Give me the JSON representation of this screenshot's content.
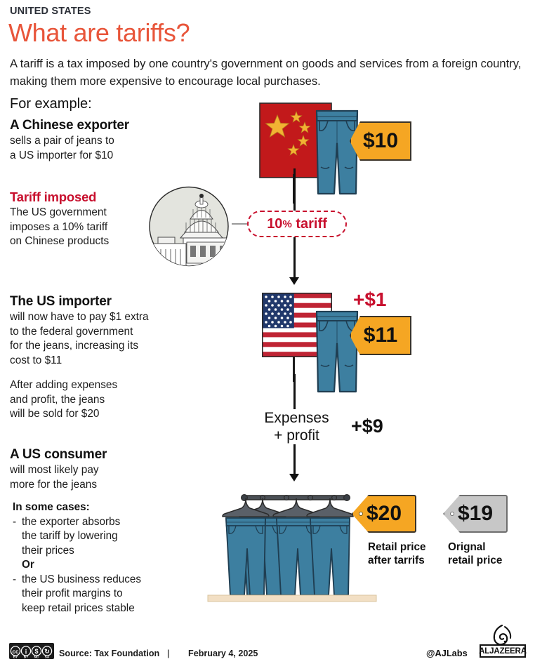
{
  "header": {
    "kicker": "UNITED STATES",
    "headline": "What are tariffs?",
    "standfirst": "A tariff is a tax imposed by one country's government on goods and services from a foreign country, making them more expensive to encourage local purchases."
  },
  "steps": {
    "example": {
      "lead": "For example:",
      "heading": "A Chinese exporter",
      "body": "sells a pair of jeans to\na US importer for $10"
    },
    "tariff": {
      "heading": "Tariff imposed",
      "body": "The US government\nimposes a 10% tariff\non Chinese products"
    },
    "importer": {
      "heading": "The US importer",
      "body": "will now have to pay $1 extra\nto the federal government\nfor the jeans, increasing its\ncost to $11"
    },
    "after_expenses": {
      "body": "After adding expenses\nand profit, the jeans\nwill be sold for $20"
    },
    "consumer": {
      "heading": "A US consumer",
      "body": "will most likely pay\nmore for the jeans"
    }
  },
  "cases": {
    "heading": "In some cases:",
    "items": [
      "the exporter absorbs\nthe tariff  by lowering\ntheir prices",
      "the US business reduces\ntheir profit margins to\nkeep retail prices stable"
    ],
    "or_label": "Or",
    "dash": "-"
  },
  "diagram": {
    "tariff_badge": {
      "rate": "10",
      "percent": "%",
      "label": "tariff"
    },
    "price_tag_export": "$10",
    "price_tag_import": "$11",
    "tariff_extra": "+$1",
    "expenses_label": "Expenses\n+ profit",
    "expenses_amount": "+$9",
    "retail_tag": {
      "value": "$20",
      "caption": "Retail price\nafter tarrifs"
    },
    "original_tag": {
      "value": "$19",
      "caption": "Orignal\nretail price"
    },
    "icons": {
      "china_flag": "china-flag-icon",
      "us_flag": "us-flag-icon",
      "jeans": "jeans-icon",
      "capitol": "us-capitol-icon",
      "clothing_rack": "clothing-rack-icon"
    }
  },
  "footer": {
    "license": {
      "cc": "CC",
      "by": "BY",
      "nc": "NC",
      "sa": "SA"
    },
    "source": "Source:  Tax Foundation",
    "separator": "|",
    "date": "February 4, 2025",
    "handle": "@AJLabs",
    "brand": "ALJAZEERA"
  },
  "colors": {
    "accent_red": "#e8553a",
    "tariff_red": "#c8102e",
    "tag_orange": "#f5a623",
    "denim": "#3d7fa0",
    "grey_tag": "#c7c7c7",
    "ink": "#111111"
  }
}
